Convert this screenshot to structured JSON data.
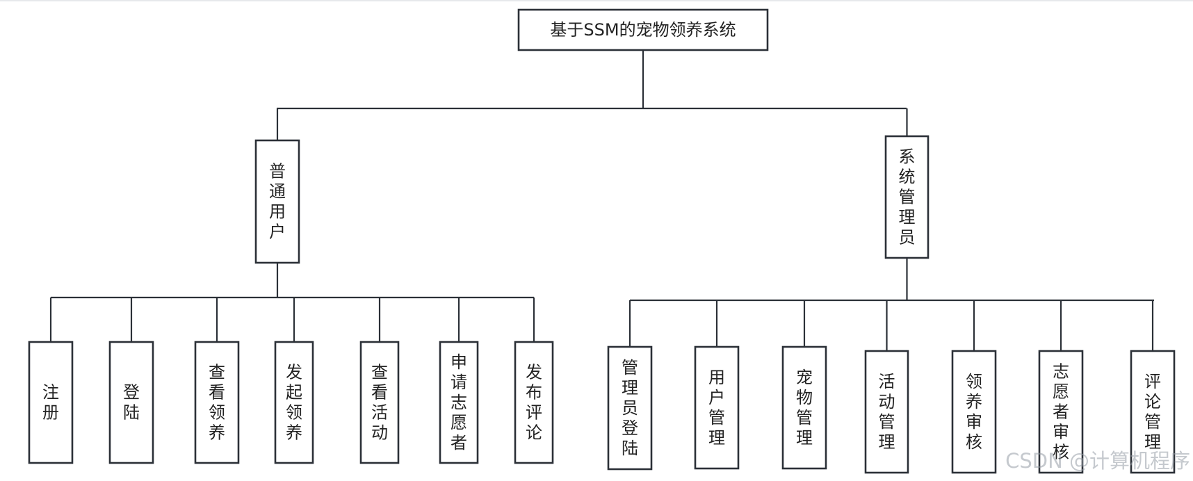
{
  "diagram": {
    "root": {
      "label": "基于SSM的宠物领养系统"
    },
    "branches": [
      {
        "label": "普通用户",
        "children": [
          "注册",
          "登陆",
          "查看领养",
          "发起领养",
          "查看活动",
          "申请志愿者",
          "发布评论"
        ]
      },
      {
        "label": "系统管理员",
        "children": [
          "管理员登陆",
          "用户管理",
          "宠物管理",
          "活动管理",
          "领养审核",
          "志愿者审核",
          "评论管理"
        ]
      }
    ]
  },
  "watermark": "CSDN @计算机程序"
}
